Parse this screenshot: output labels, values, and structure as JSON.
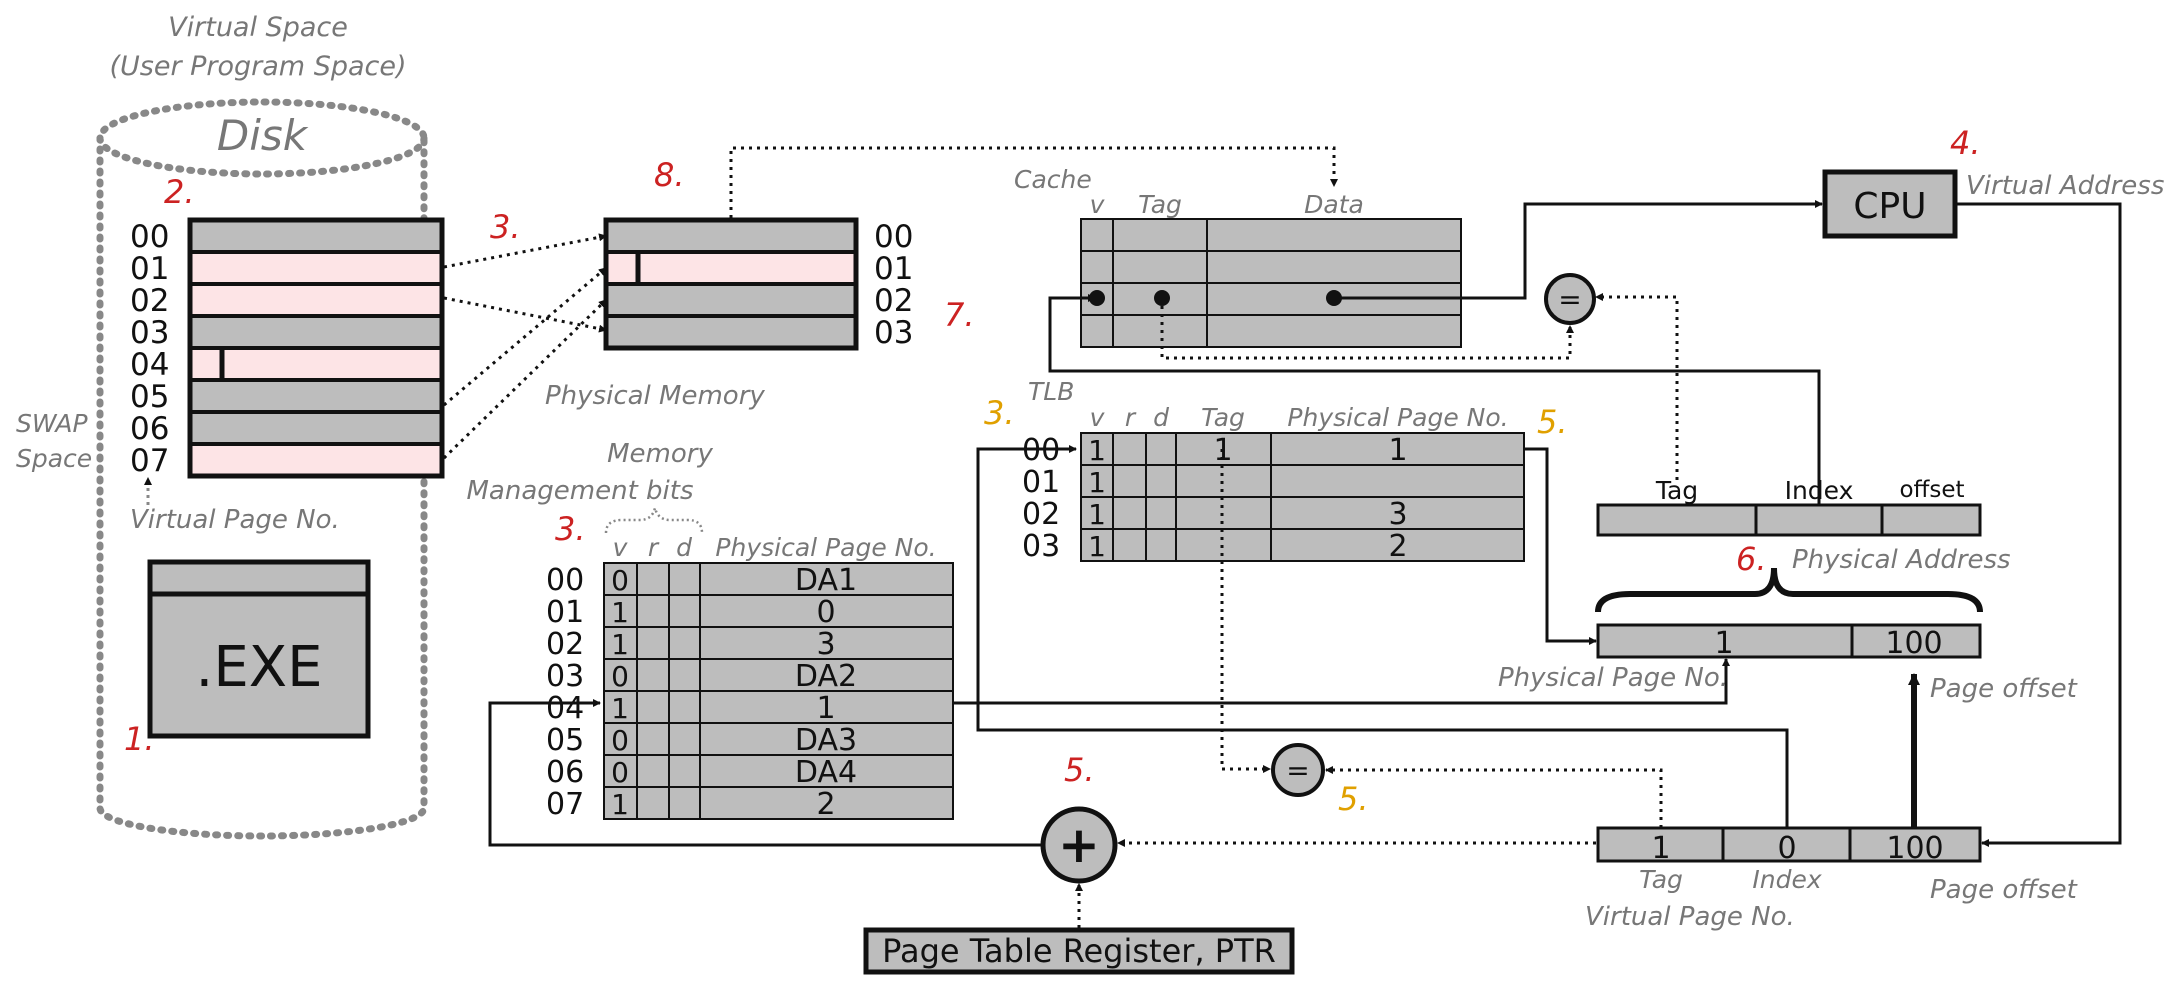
{
  "disk": {
    "header_line1": "Virtual Space",
    "header_line2": "(User Program Space)",
    "title": "Disk",
    "page_numbers": [
      "00",
      "01",
      "02",
      "03",
      "04",
      "05",
      "06",
      "07"
    ],
    "virtual_page_label": "Virtual Page No.",
    "swap_line1": "SWAP",
    "swap_line2": "Space",
    "exe_label": ".EXE"
  },
  "steps": {
    "s1": "1.",
    "s2": "2.",
    "s3a": "3.",
    "s3b": "3.",
    "s3c": "3.",
    "s4": "4.",
    "s5a": "5.",
    "s5b": "5.",
    "s5c": "5.",
    "s6": "6.",
    "s7": "7.",
    "s8": "8."
  },
  "physical_memory": {
    "label": "Physical Memory",
    "frame_numbers": [
      "00",
      "01",
      "02",
      "03"
    ]
  },
  "page_table": {
    "header_line1": "Memory",
    "header_line2": "Management bits",
    "col_v": "v",
    "col_r": "r",
    "col_d": "d",
    "col_ppn": "Physical Page No.",
    "rows": [
      {
        "idx": "00",
        "v": "0",
        "ppn": "DA1"
      },
      {
        "idx": "01",
        "v": "1",
        "ppn": "0"
      },
      {
        "idx": "02",
        "v": "1",
        "ppn": "3"
      },
      {
        "idx": "03",
        "v": "0",
        "ppn": "DA2"
      },
      {
        "idx": "04",
        "v": "1",
        "ppn": "1"
      },
      {
        "idx": "05",
        "v": "0",
        "ppn": "DA3"
      },
      {
        "idx": "06",
        "v": "0",
        "ppn": "DA4"
      },
      {
        "idx": "07",
        "v": "1",
        "ppn": "2"
      }
    ],
    "ptr_label": "Page Table Register, PTR",
    "adder_symbol": "+"
  },
  "tlb": {
    "label": "TLB",
    "col_v": "v",
    "col_r": "r",
    "col_d": "d",
    "col_tag": "Tag",
    "col_ppn": "Physical Page No.",
    "rows": [
      {
        "idx": "00",
        "v": "1",
        "tag": "1",
        "ppn": "1"
      },
      {
        "idx": "01",
        "v": "1",
        "tag": "",
        "ppn": ""
      },
      {
        "idx": "02",
        "v": "1",
        "tag": "",
        "ppn": "3"
      },
      {
        "idx": "03",
        "v": "1",
        "tag": "",
        "ppn": "2"
      }
    ],
    "compare_symbol": "="
  },
  "cache": {
    "label": "Cache",
    "col_v": "v",
    "col_tag": "Tag",
    "col_data": "Data",
    "compare_symbol": "="
  },
  "cpu": {
    "label": "CPU",
    "virtual_address_label": "Virtual Address"
  },
  "physical_address": {
    "fields": {
      "tag": "Tag",
      "index": "Index",
      "offset": "offset"
    },
    "label": "Physical Address",
    "ppn_value": "1",
    "offset_value": "100",
    "ppn_label": "Physical Page No.",
    "offset_label": "Page offset"
  },
  "virtual_address": {
    "tag_value": "1",
    "index_value": "0",
    "offset_value": "100",
    "tag_label": "Tag",
    "index_label": "Index",
    "offset_label": "Page offset",
    "vpn_label": "Virtual Page No."
  }
}
